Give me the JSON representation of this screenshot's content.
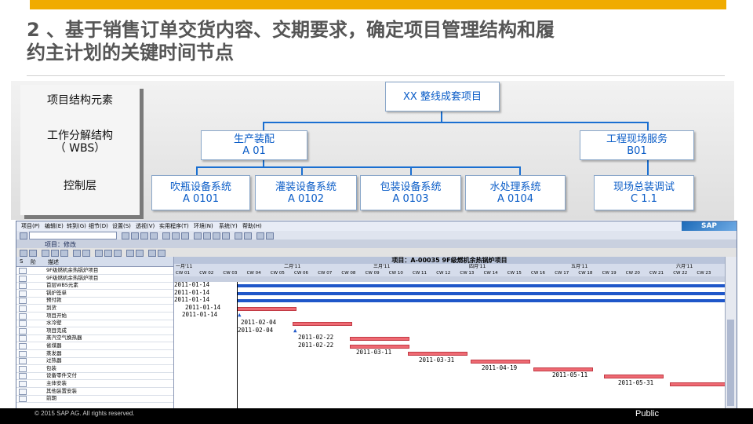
{
  "slide": {
    "title_line1": "2 、基于销售订单交货内容、交期要求，确定项目管理结构和履",
    "title_line2": "约主计划的关键时间节点",
    "footer_copyright": "© 2015 SAP AG. All rights reserved.",
    "footer_classification": "Public",
    "accent_color": "#f0ab00"
  },
  "structure": {
    "side_labels": [
      "项目结构元素",
      "工作分解结构",
      "（ WBS）",
      "控制层"
    ],
    "root": {
      "name": "XX  整线成套项目"
    },
    "level1": [
      {
        "name": "生产装配",
        "code": "A 01"
      },
      {
        "name": "工程现场服务",
        "code": "B01"
      }
    ],
    "level2": [
      {
        "name": "吹瓶设备系统",
        "code": "A 0101"
      },
      {
        "name": "灌装设备系统",
        "code": "A 0102"
      },
      {
        "name": "包装设备系统",
        "code": "A 0103"
      },
      {
        "name": "水处理系统",
        "code": "A 0104"
      },
      {
        "name": "现场总装调试",
        "code": "C 1.1"
      }
    ],
    "node_text_color": "#0a5cc7",
    "connector_color": "#1a6fd1"
  },
  "sap": {
    "menu": [
      "项目(P)",
      "编辑(E)",
      "转到(G)",
      "细节(D)",
      "设置(S)",
      "透视(V)",
      "实用程序(T)",
      "环境(N)",
      "系统(Y)",
      "帮助(H)"
    ],
    "screen_title": "项目：修改",
    "logo": "SAP",
    "gantt_title": "项目：A-00035      9F级燃机余热锅炉项目",
    "tree_headers": [
      "S",
      "阶",
      "描述"
    ],
    "tree_rows": [
      "9F级燃机余热锅炉项目",
      "9F级燃机余热锅炉项目",
      "首层WBS元素",
      "锅炉签单",
      "预付款",
      "到货",
      "项目开始",
      "水冷壁",
      "项目完成",
      "蒸汽空气换热器",
      "省煤器",
      "蒸发器",
      "过热器",
      "包装",
      "设备零件交付",
      "主体安装",
      "其他装置安装",
      "前期"
    ],
    "months": [
      "一月'11",
      "二月'11",
      "三月'11",
      "四月'11",
      "五月'11",
      "六月'11"
    ],
    "weeks": [
      "CW 01",
      "CW 02",
      "CW 03",
      "CW 04",
      "CW 05",
      "CW 06",
      "CW 07",
      "CW 08",
      "CW 09",
      "CW 10",
      "CW 11",
      "CW 12",
      "CW 13",
      "CW 14",
      "CW 15",
      "CW 16",
      "CW 17",
      "CW 18",
      "CW 19",
      "CW 20",
      "CW 21",
      "CW 22",
      "CW 23"
    ],
    "gantt_bars": [
      {
        "row": 0,
        "color": "blue",
        "start_label": "2011-01-14"
      },
      {
        "row": 1,
        "color": "blue",
        "start_label": "2011-01-14"
      },
      {
        "row": 2,
        "color": "blue",
        "start_label": "2011-01-14"
      },
      {
        "row": 3,
        "color": "red",
        "start_label": "2011-01-14"
      },
      {
        "row": 4,
        "color": "milestone",
        "start_label": "2011-01-14"
      },
      {
        "row": 5,
        "color": "red",
        "start_label": "2011-02-04"
      },
      {
        "row": 6,
        "color": "milestone",
        "start_label": "2011-02-04"
      },
      {
        "row": 7,
        "color": "red",
        "start_label": "2011-02-22"
      },
      {
        "row": 8,
        "color": "red",
        "start_label": "2011-02-22"
      },
      {
        "row": 9,
        "color": "red",
        "start_label": "2011-03-11"
      },
      {
        "row": 10,
        "color": "red",
        "start_label": "2011-03-31"
      },
      {
        "row": 11,
        "color": "red",
        "start_label": "2011-04-19"
      },
      {
        "row": 12,
        "color": "red",
        "start_label": "2011-05-11"
      },
      {
        "row": 13,
        "color": "red",
        "start_label": "2011-05-31"
      },
      {
        "row": 17,
        "color": "blue",
        "start_label": "2011-01-14"
      }
    ]
  }
}
